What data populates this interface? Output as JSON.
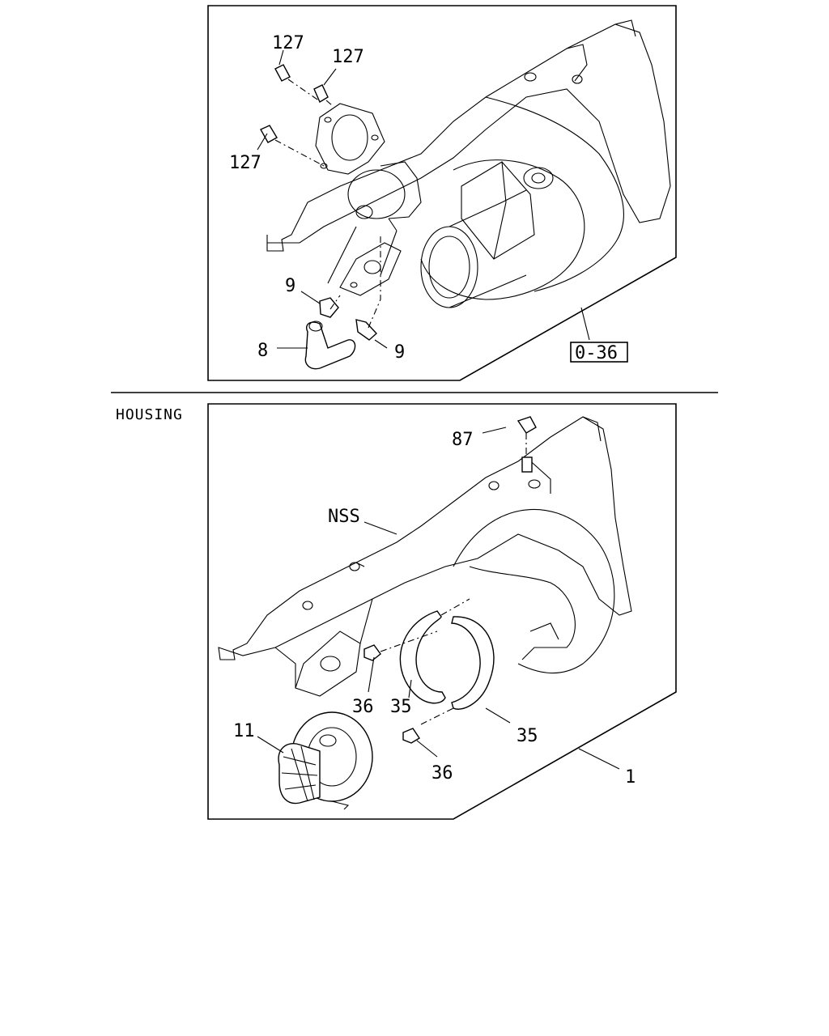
{
  "top_panel": {
    "labels": {
      "stud_a": "127",
      "stud_b": "127",
      "stud_c": "127",
      "bolt_9a": "9",
      "bolt_9b": "9",
      "pipe_8": "8"
    },
    "ref_box": "0-36"
  },
  "section_title": "HOUSING",
  "bottom_panel": {
    "labels": {
      "plug_87": "87",
      "nss": "NSS",
      "bolt_36a": "36",
      "ring_35a": "35",
      "ring_35b": "35",
      "bolt_36b": "36",
      "cartridge_11": "11",
      "assembly_1": "1"
    }
  }
}
